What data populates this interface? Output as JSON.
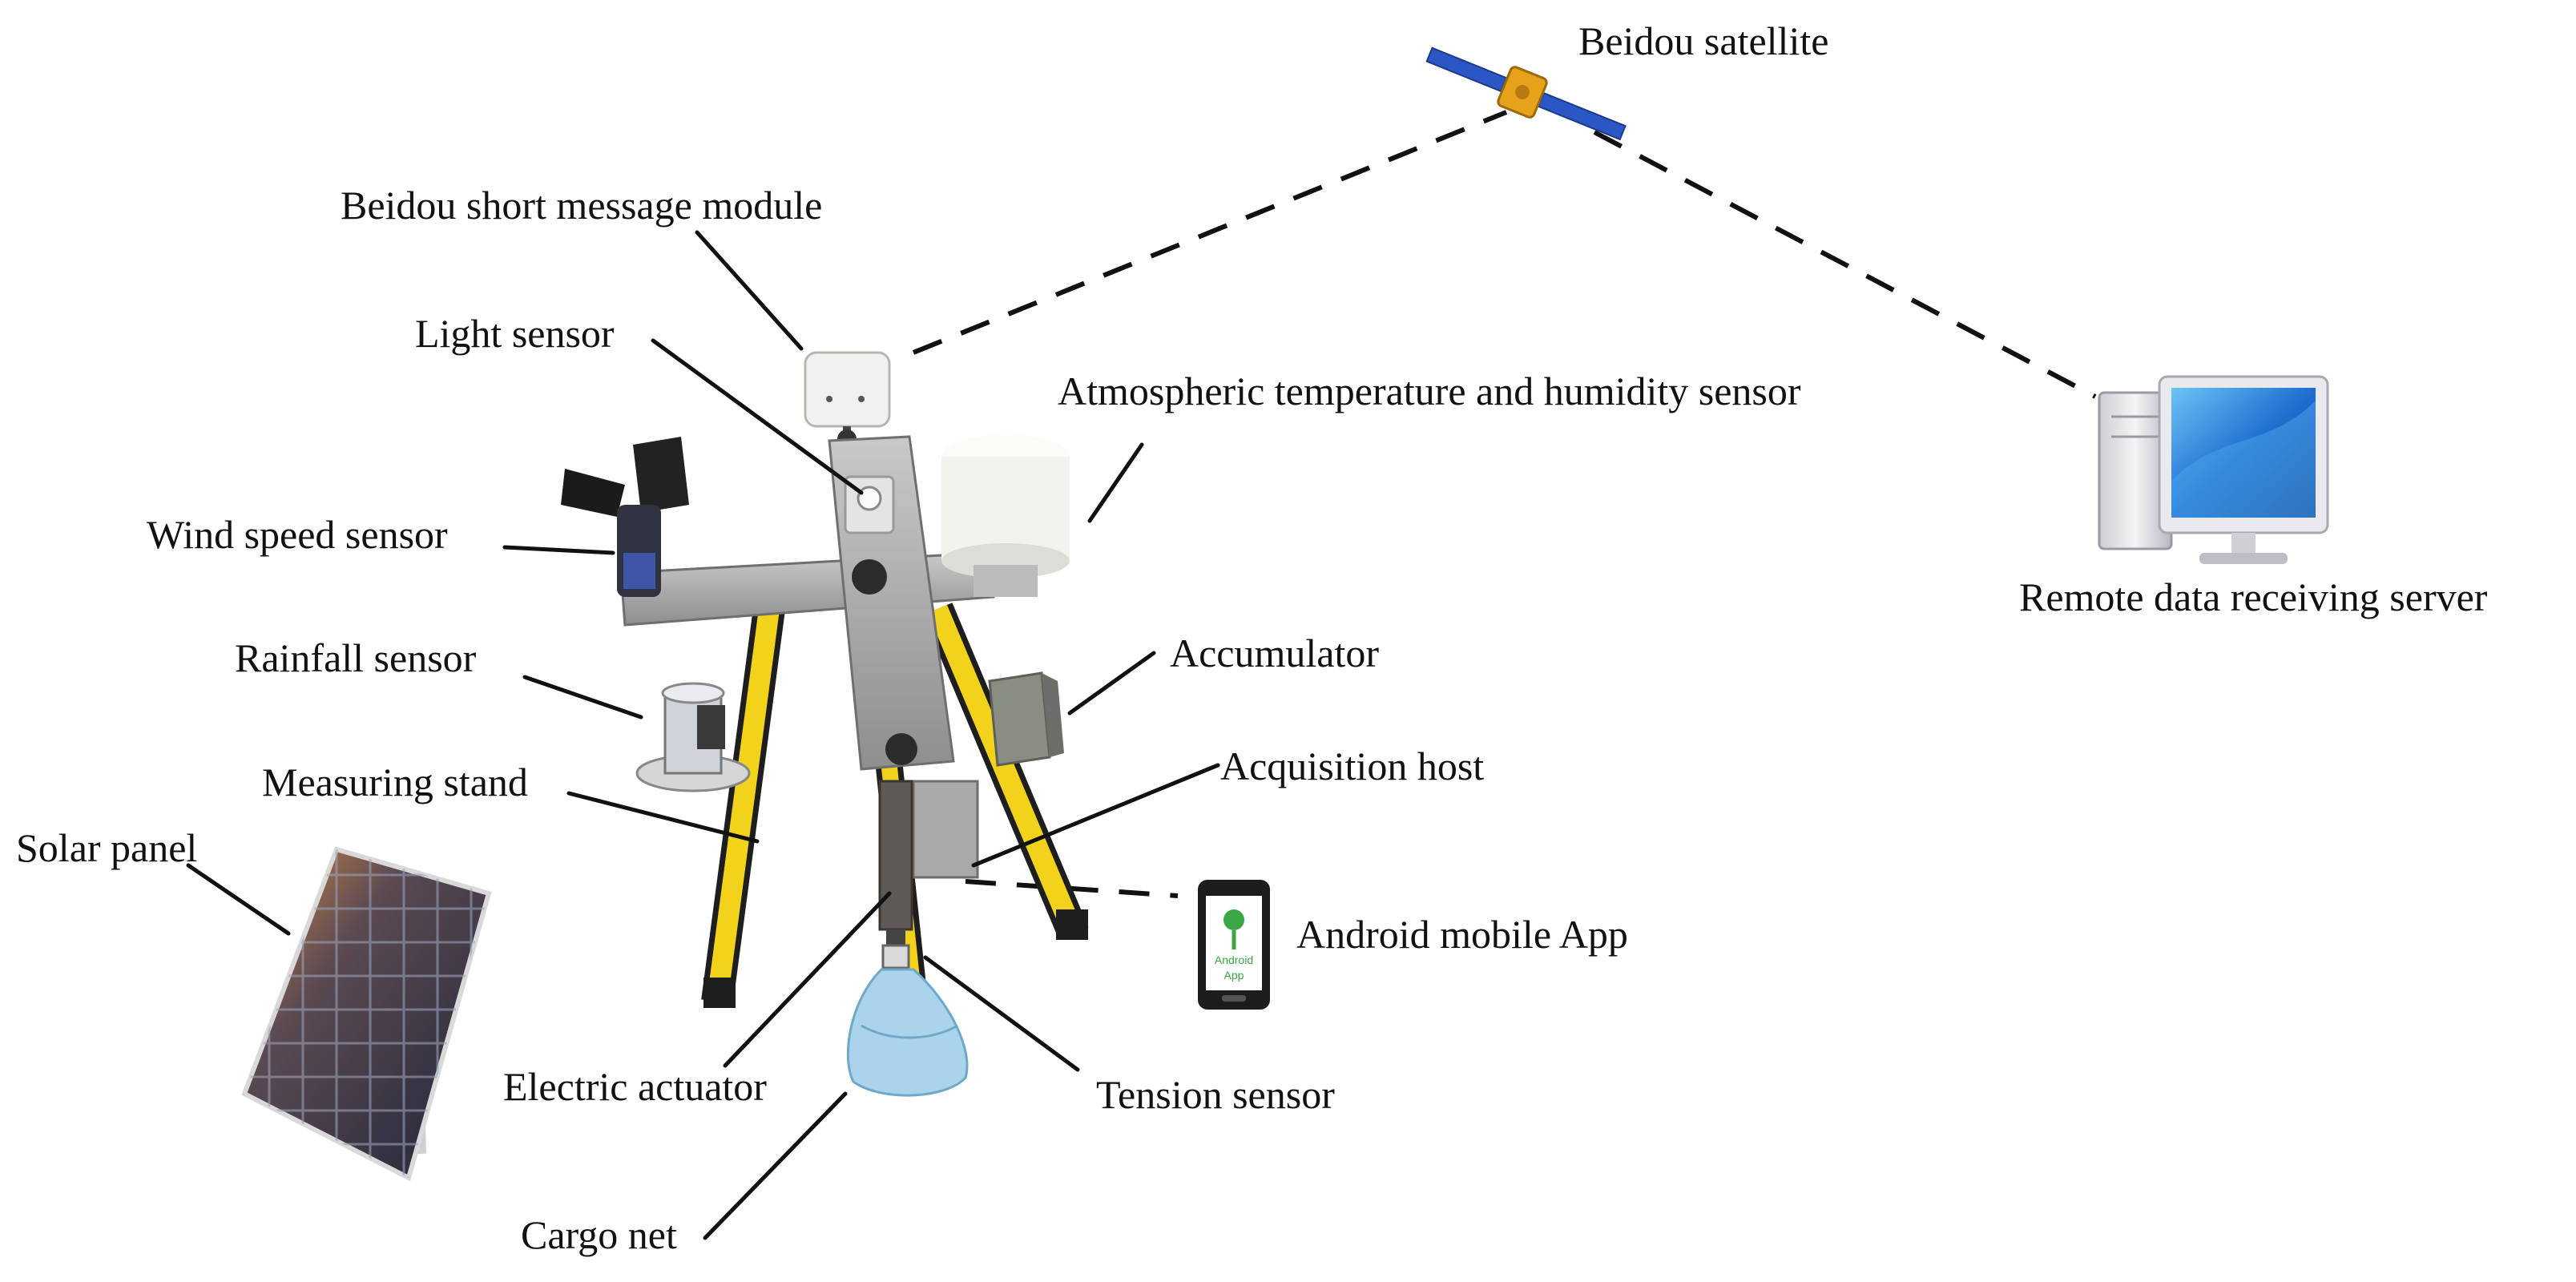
{
  "labels": {
    "satellite": "Beidou satellite",
    "short_message_module": "Beidou short message module",
    "light_sensor": "Light sensor",
    "temp_humidity_sensor": "Atmospheric temperature and humidity sensor",
    "wind_speed_sensor": "Wind speed sensor",
    "rainfall_sensor": "Rainfall sensor",
    "accumulator": "Accumulator",
    "acquisition_host": "Acquisition host",
    "measuring_stand": "Measuring stand",
    "solar_panel": "Solar panel",
    "android_app": "Android mobile App",
    "electric_actuator": "Electric actuator",
    "tension_sensor": "Tension sensor",
    "cargo_net": "Cargo net",
    "remote_server": "Remote data receiving server"
  },
  "phone_screen_text": [
    "Android",
    "App"
  ],
  "colors": {
    "tripod_leg": "#f2d21b",
    "plate": "#a8a8a8",
    "panel_cell": "#2a2f44",
    "panel_glow": "#c8783a",
    "satellite_panel": "#2b57c4",
    "satellite_body": "#e7a21b",
    "monitor_screen": "#2a7fd6",
    "net": "#a9d4ec",
    "sensor_white": "#f3f2ee"
  },
  "icons": [
    "satellite-icon",
    "computer-icon",
    "phone-icon",
    "solar-panel-icon",
    "tripod-icon",
    "anemometer-icon",
    "rain-gauge-icon"
  ]
}
